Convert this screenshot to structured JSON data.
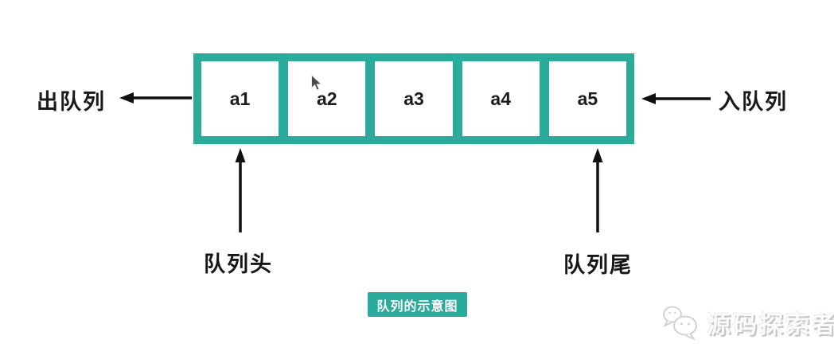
{
  "diagram": {
    "title_semantic": "queue-data-structure-diagram",
    "dequeue_label": "出队列",
    "enqueue_label": "入队列",
    "head_label": "队列头",
    "tail_label": "队列尾",
    "caption": "队列的示意图",
    "cells": [
      "a1",
      "a2",
      "a3",
      "a4",
      "a5"
    ],
    "colors": {
      "queue_teal": "#2aab9b",
      "label_text": "#1a1a1a",
      "arrow": "#111111",
      "caption_bg": "#2aab9b",
      "caption_text": "#ffffff",
      "watermark_gray": "#c2c2c2"
    },
    "icons": {
      "cursor": "mouse-cursor-icon",
      "watermark": "wechat-bubbles-icon"
    },
    "watermark": {
      "text": "源码探索者"
    }
  }
}
